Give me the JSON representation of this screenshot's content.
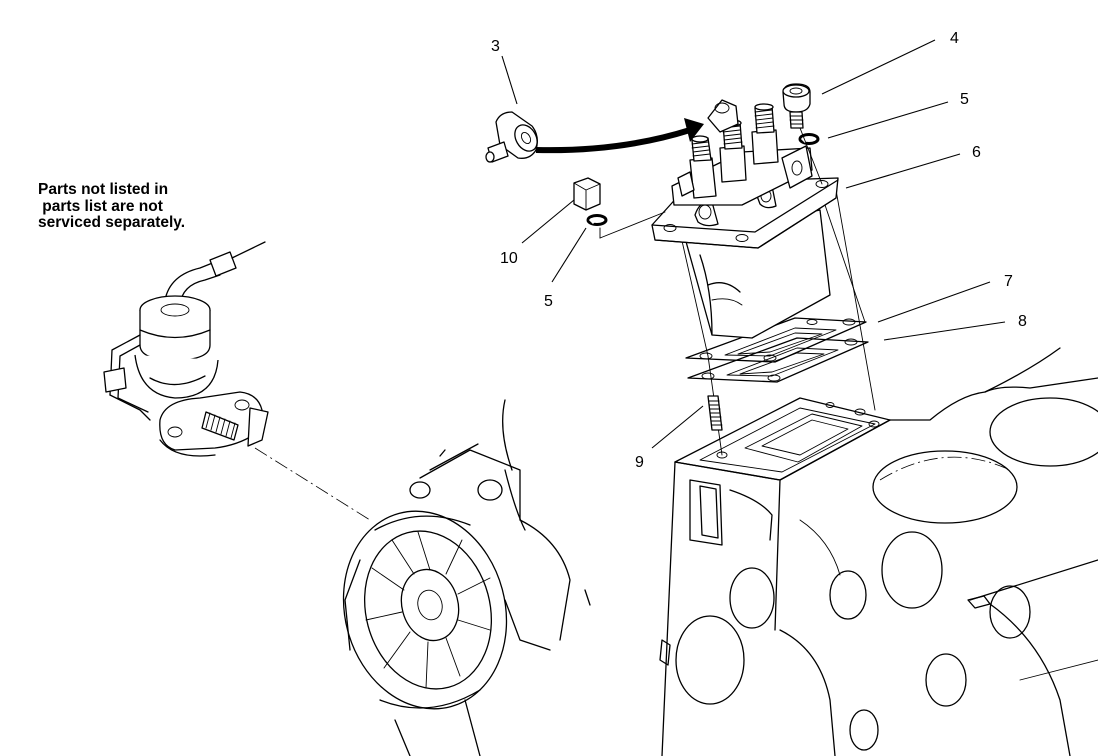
{
  "note": {
    "line1": "Parts not listed in",
    "line2": " parts list are not",
    "line3": "serviced separately."
  },
  "callouts": [
    {
      "id": "callout-3",
      "label": "3"
    },
    {
      "id": "callout-4",
      "label": "4"
    },
    {
      "id": "callout-5-top",
      "label": "5"
    },
    {
      "id": "callout-6",
      "label": "6"
    },
    {
      "id": "callout-7",
      "label": "7"
    },
    {
      "id": "callout-8",
      "label": "8"
    },
    {
      "id": "callout-9",
      "label": "9"
    },
    {
      "id": "callout-10",
      "label": "10"
    },
    {
      "id": "callout-5-lower",
      "label": "5"
    }
  ]
}
